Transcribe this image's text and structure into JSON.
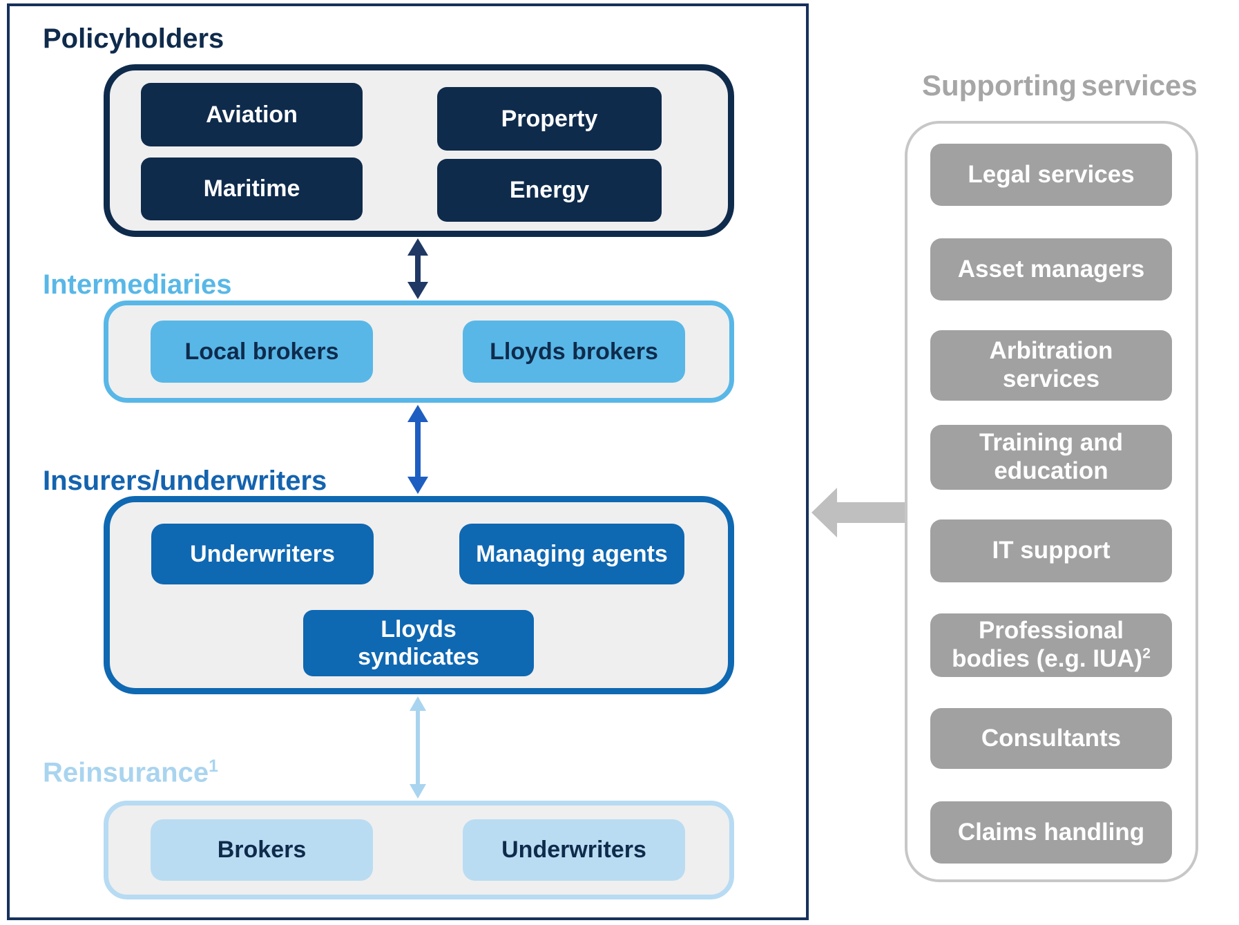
{
  "policyholders": {
    "heading": "Policyholders",
    "buttons": [
      {
        "label": "Aviation"
      },
      {
        "label": "Property"
      },
      {
        "label": "Maritime"
      },
      {
        "label": "Energy"
      }
    ]
  },
  "intermediaries": {
    "heading": "Intermediaries",
    "buttons": [
      {
        "label": "Local brokers"
      },
      {
        "label": "Lloyds brokers"
      }
    ]
  },
  "insurers": {
    "heading": "Insurers/underwriters",
    "buttons": [
      {
        "label": "Underwriters"
      },
      {
        "label": "Managing agents"
      },
      {
        "l1": "Lloyds",
        "l2": "syndicates"
      }
    ]
  },
  "reinsurance": {
    "heading": "Reinsurance",
    "heading_sup": "1",
    "buttons": [
      {
        "label": "Brokers"
      },
      {
        "label": "Underwriters"
      }
    ]
  },
  "supporting": {
    "heading": "Supporting services",
    "buttons": [
      {
        "l1": "Legal services"
      },
      {
        "l1": "Asset managers"
      },
      {
        "l1": "Arbitration",
        "l2": "services"
      },
      {
        "l1": "Training and",
        "l2": "education"
      },
      {
        "l1": "IT support"
      },
      {
        "l1": "Professional",
        "l2": "bodies (e.g. IUA)",
        "sup": "2"
      },
      {
        "l1": "Consultants"
      },
      {
        "l1": "Claims handling"
      }
    ]
  },
  "colors": {
    "navy": "#0F2B4C",
    "navy_arrow": "#1F3864",
    "light_blue": "#58B7E7",
    "mid_blue": "#0F68B2",
    "mid_blue_heading": "#1463AF",
    "royal_blue_arrow": "#1E5EC1",
    "pale_blue": "#B7DBF3",
    "pale_blue_heading": "#A9D4EF",
    "gray_heading": "#A6A6A6",
    "gray_button": "#A1A1A1",
    "gray_panel_border": "#C7C7C7",
    "gray_arrow": "#BFBFBF",
    "section_fill": "#EFEFEF",
    "outer_border": "#16315B"
  }
}
